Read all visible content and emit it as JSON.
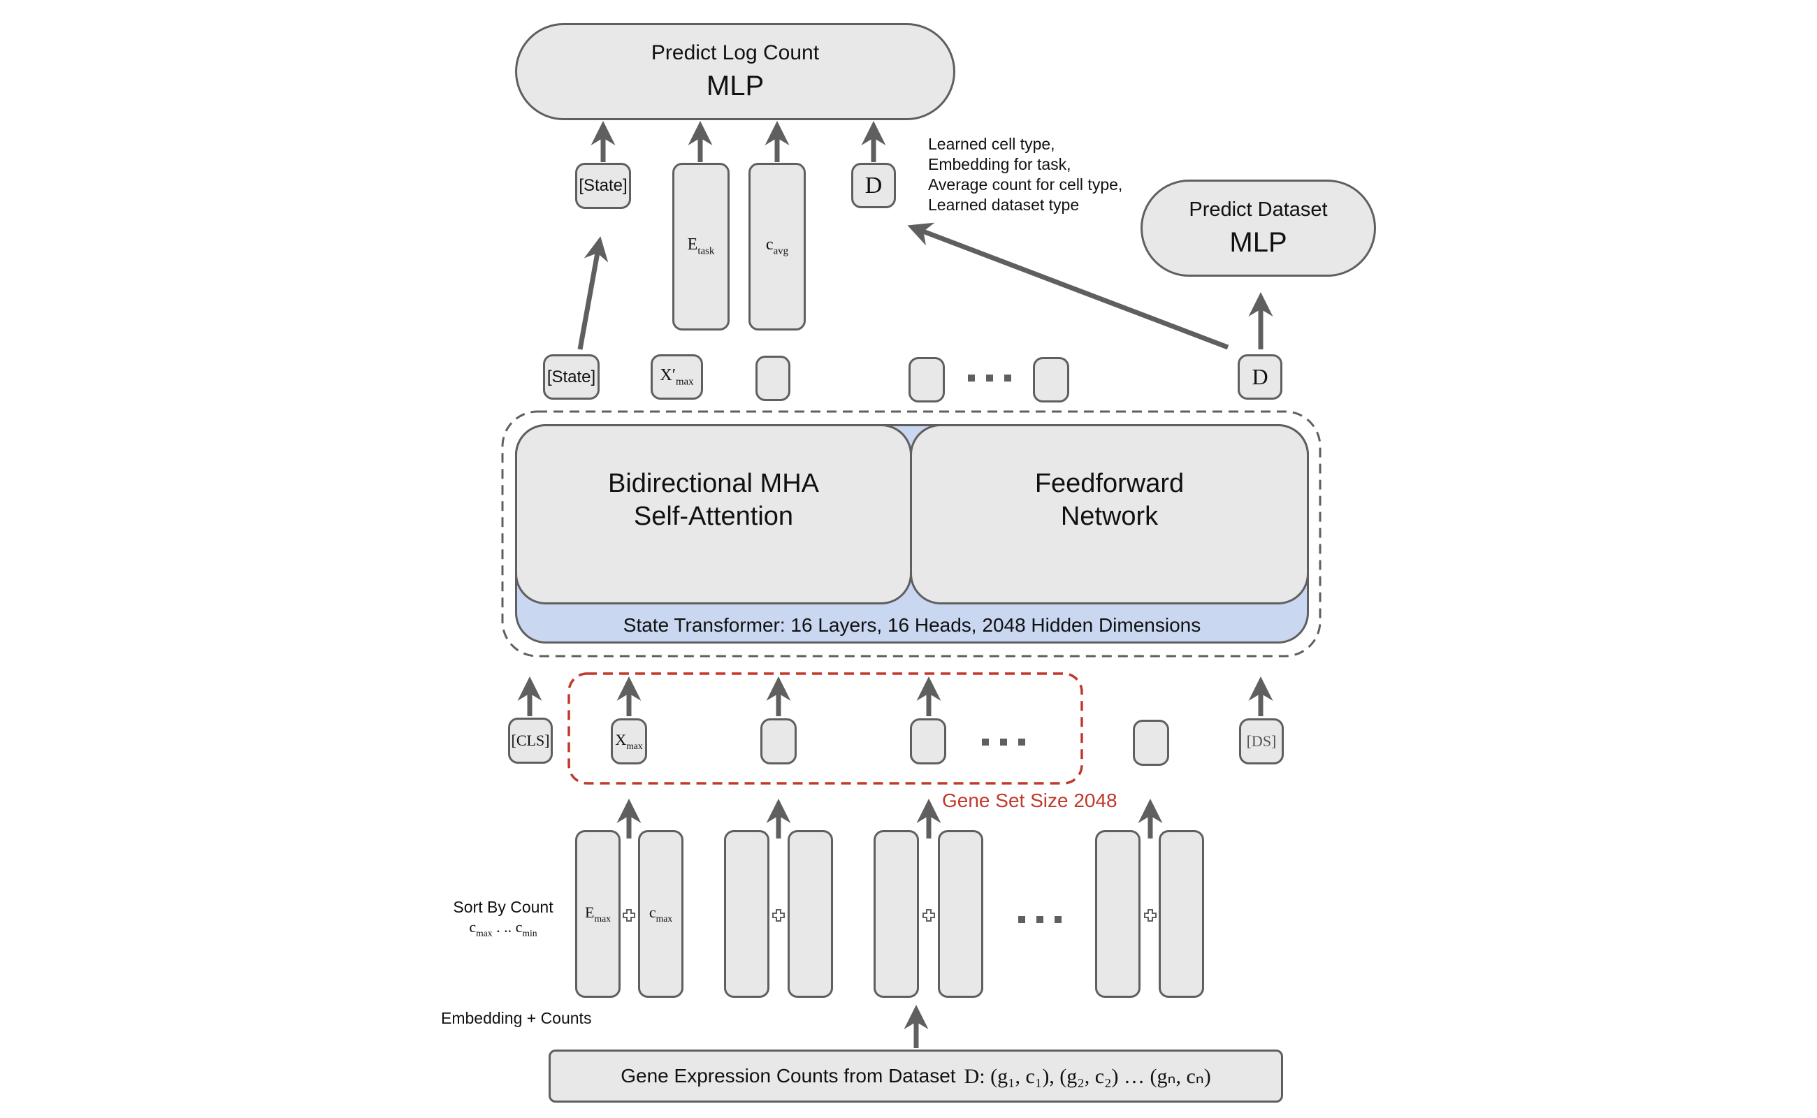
{
  "top_mlp": {
    "title": "Predict Log Count",
    "label": "MLP"
  },
  "dataset_mlp": {
    "title": "Predict Dataset",
    "label": "MLP"
  },
  "mlp_inputs": {
    "state": "[State]",
    "etask": {
      "base": "E",
      "sub": "task"
    },
    "cavg": {
      "base": "c",
      "sub": "avg"
    },
    "d": "D"
  },
  "annotation": [
    "Learned cell type,",
    "Embedding for task,",
    "Average count for cell type,",
    "Learned dataset type"
  ],
  "output_tokens": {
    "state": "[State]",
    "xprime": {
      "base": "X′",
      "sub": "max"
    },
    "d": "D"
  },
  "transformer": {
    "attention": [
      "Bidirectional MHA",
      "Self-Attention"
    ],
    "ffn": [
      "Feedforward",
      "Network"
    ],
    "caption": "State Transformer: 16 Layers, 16 Heads, 2048 Hidden Dimensions"
  },
  "input_tokens": {
    "cls": "[CLS]",
    "xmax": {
      "base": "X",
      "sub": "max"
    },
    "ds": "[DS]"
  },
  "gene_set_label": "Gene Set Size 2048",
  "sort_label": "Sort By Count",
  "sort_range": {
    "a": "c",
    "a_sub": "max",
    "sep": " . .. ",
    "b": "c",
    "b_sub": "min"
  },
  "embedding": {
    "e": {
      "base": "E",
      "sub": "max"
    },
    "c": {
      "base": "c",
      "sub": "max"
    }
  },
  "embedding_label": "Embedding + Counts",
  "source": {
    "prefix": "Gene Expression Counts from Dataset",
    "formula": "D: (g₁, c₁),  (g₂, c₂) … (gₙ, cₙ)"
  },
  "colors": {
    "box_fill": "#e8e8e8",
    "stroke": "#5f5f5f",
    "transformer_fill": "#c9d7f0",
    "gene_set_red": "#c0392b"
  }
}
